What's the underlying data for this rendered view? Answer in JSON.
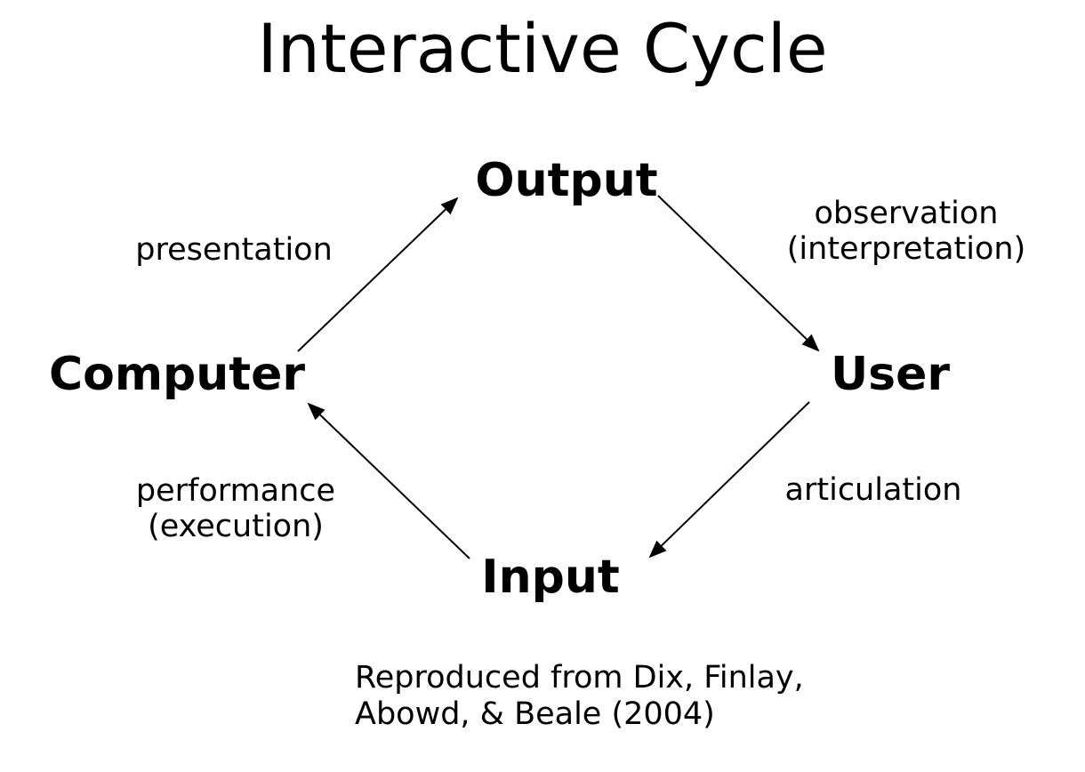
{
  "title": "Interactive Cycle",
  "diagram": {
    "nodes": {
      "output": "Output",
      "user": "User",
      "input": "Input",
      "computer": "Computer"
    },
    "edge_labels": {
      "presentation": "presentation",
      "observation_line1": "observation",
      "observation_line2": "(interpretation)",
      "articulation": "articulation",
      "performance_line1": "performance",
      "performance_line2": "(execution)"
    },
    "cycle_order": [
      "Computer",
      "Output",
      "User",
      "Input"
    ]
  },
  "caption": {
    "line1": "Reproduced from Dix, Finlay,",
    "line2": "Abowd, & Beale (2004)"
  },
  "colors": {
    "background": "#ffffff",
    "text": "#000000",
    "arrow": "#000000"
  }
}
